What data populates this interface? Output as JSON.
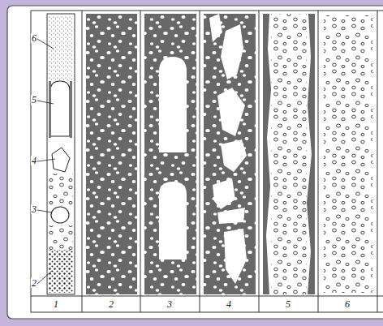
{
  "diagram": {
    "labels": [
      "6",
      "5",
      "4",
      "3",
      "2",
      "1",
      "2",
      "3",
      "4",
      "5",
      "6"
    ]
  }
}
